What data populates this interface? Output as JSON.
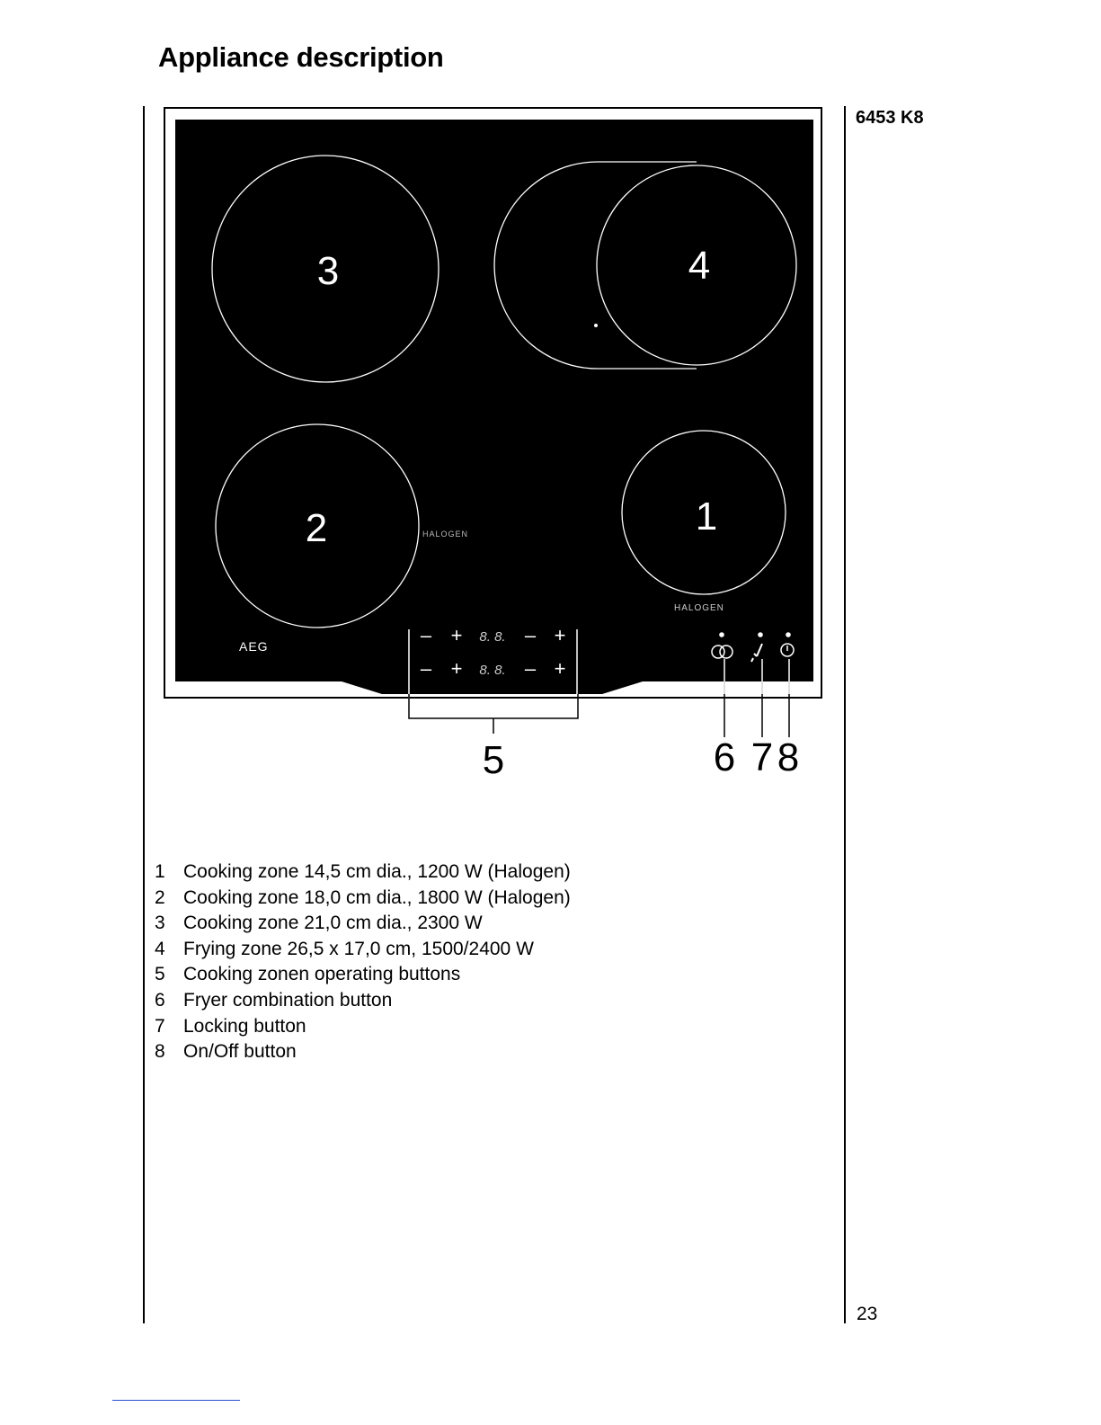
{
  "page": {
    "heading": "Appliance description",
    "model": "6453 K8",
    "page_number": "23"
  },
  "hob": {
    "brand": "AEG",
    "zone_labels": [
      "3",
      "4",
      "2",
      "1"
    ],
    "halogen_label": "HALOGEN",
    "display_digits": "8. 8.",
    "minus": "–",
    "plus": "+",
    "callouts": [
      "5",
      "6",
      "7",
      "8"
    ]
  },
  "legend": [
    {
      "num": "1",
      "text": "Cooking zone 14,5 cm dia., 1200 W (Halogen)"
    },
    {
      "num": "2",
      "text": "Cooking zone 18,0 cm dia., 1800 W (Halogen)"
    },
    {
      "num": "3",
      "text": "Cooking zone 21,0 cm dia., 2300 W"
    },
    {
      "num": "4",
      "text": "Frying zone 26,5 x 17,0 cm, 1500/2400 W"
    },
    {
      "num": "5",
      "text": "Cooking zonen operating buttons"
    },
    {
      "num": "6",
      "text": "Fryer combination button"
    },
    {
      "num": "7",
      "text": "Locking button"
    },
    {
      "num": "8",
      "text": "On/Off button"
    }
  ]
}
